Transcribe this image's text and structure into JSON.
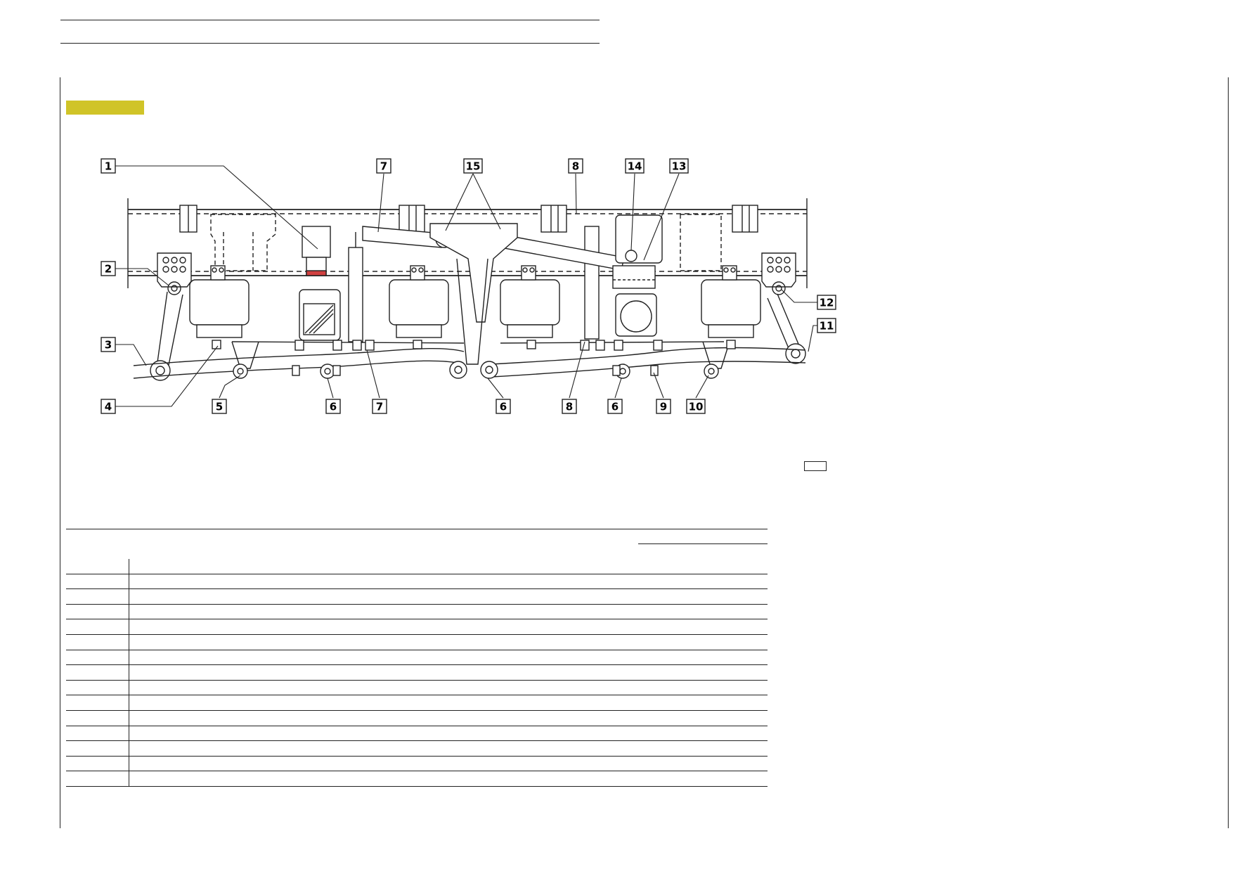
{
  "callouts": [
    {
      "label": "1"
    },
    {
      "label": "2"
    },
    {
      "label": "3"
    },
    {
      "label": "4"
    },
    {
      "label": "5"
    },
    {
      "label": "6"
    },
    {
      "label": "7"
    },
    {
      "label": "6"
    },
    {
      "label": "8"
    },
    {
      "label": "6"
    },
    {
      "label": "9"
    },
    {
      "label": "10"
    },
    {
      "label": "7"
    },
    {
      "label": "15"
    },
    {
      "label": "8"
    },
    {
      "label": "14"
    },
    {
      "label": "13"
    },
    {
      "label": "12"
    },
    {
      "label": "11"
    }
  ],
  "table": {
    "rows": [
      [
        "",
        ""
      ],
      [
        "",
        ""
      ],
      [
        "",
        ""
      ],
      [
        "",
        ""
      ],
      [
        "",
        ""
      ],
      [
        "",
        ""
      ],
      [
        "",
        ""
      ],
      [
        "",
        ""
      ],
      [
        "",
        ""
      ],
      [
        "",
        ""
      ],
      [
        "",
        ""
      ],
      [
        "",
        ""
      ],
      [
        "",
        ""
      ],
      [
        "",
        ""
      ],
      [
        "",
        ""
      ]
    ]
  },
  "colors": {
    "highlight_tag": "#d0c428",
    "line": "#222222",
    "part_fill": "#f4f4f4",
    "red_part": "#d04040"
  }
}
